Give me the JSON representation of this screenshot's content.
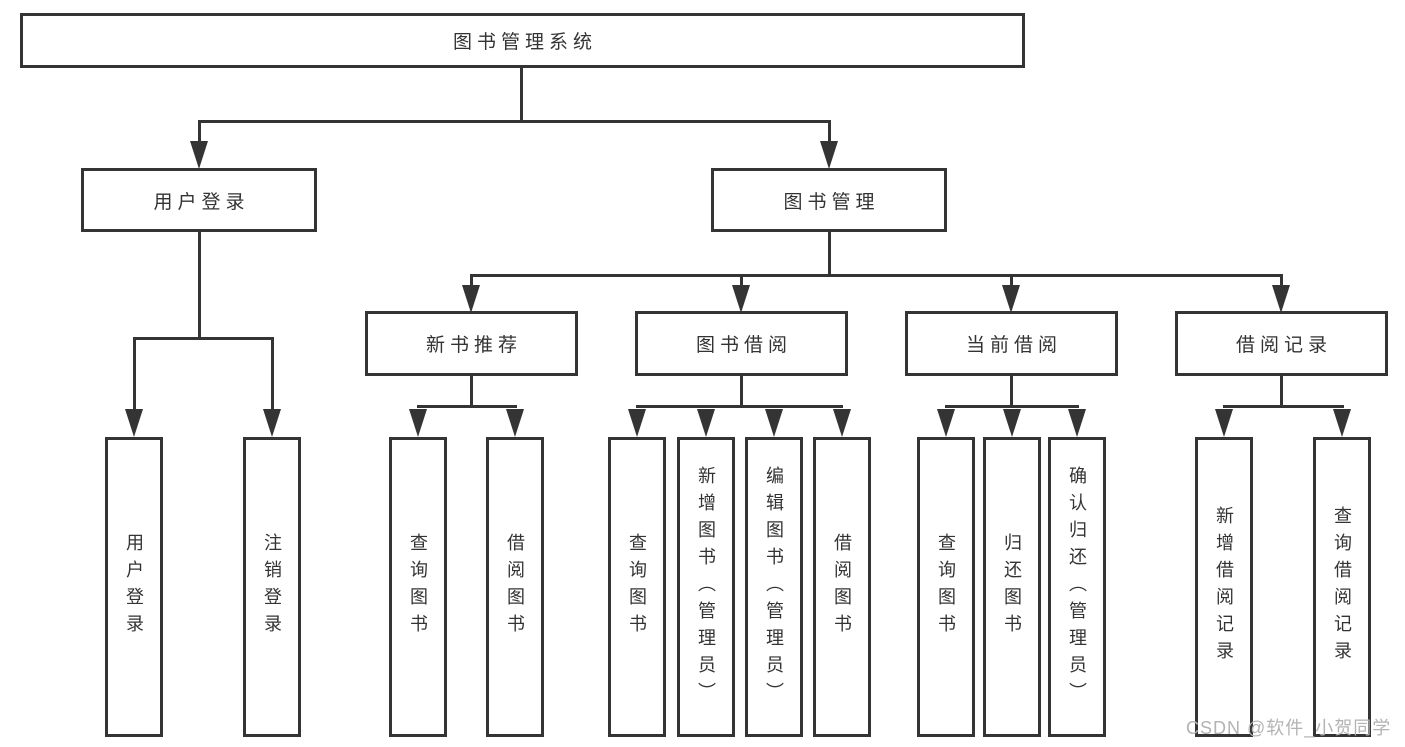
{
  "diagram": {
    "title_note": "functional structure chart of a library management system",
    "root": {
      "label": "图书管理系统"
    },
    "branches": [
      {
        "label": "用户登录"
      },
      {
        "label": "图书管理"
      }
    ],
    "modules": [
      {
        "label": "新书推荐"
      },
      {
        "label": "图书借阅"
      },
      {
        "label": "当前借阅"
      },
      {
        "label": "借阅记录"
      }
    ],
    "leaves": {
      "user_login": [
        "用户登录",
        "注销登录"
      ],
      "new_book": [
        "查询图书",
        "借阅图书"
      ],
      "book_borrow": [
        "查询图书",
        "新增图书（管理员）",
        "编辑图书（管理员）",
        "借阅图书"
      ],
      "current_borrow": [
        "查询图书",
        "归还图书",
        "确认归还（管理员）"
      ],
      "borrow_record": [
        "新增借阅记录",
        "查询借阅记录"
      ]
    },
    "watermark": "CSDN @软件_小贺同学",
    "colors": {
      "line": "#343434",
      "text": "#333333",
      "watermark": "#b3b3b3",
      "background": "#ffffff"
    }
  }
}
